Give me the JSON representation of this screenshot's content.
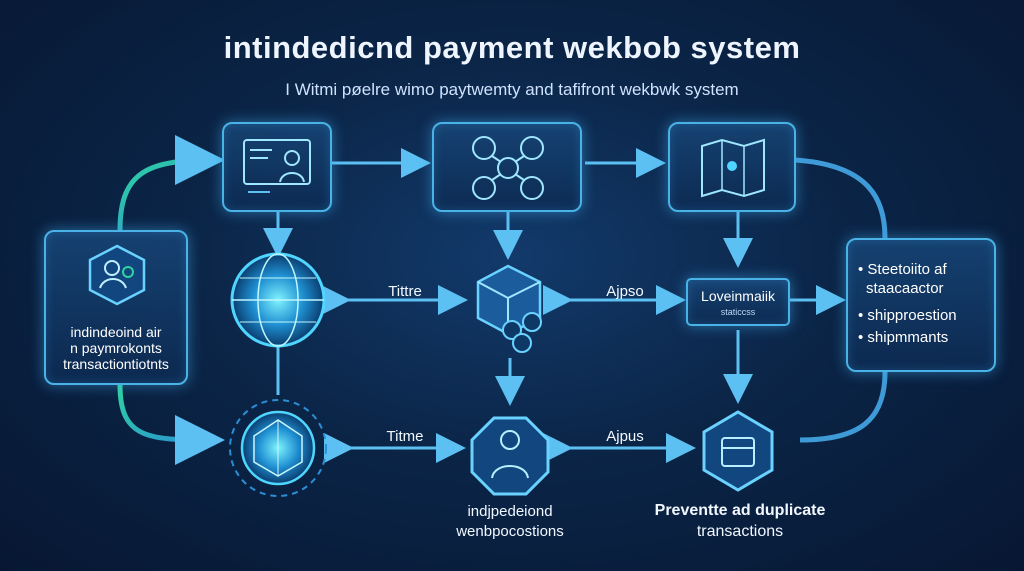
{
  "title": "intindedicnd payment wekbob system",
  "subtitle": "I Witmi pøelre wimo paytwemty and tafifront wekbwk system",
  "left_panel": {
    "lines": [
      "indindeoind air",
      "n paymrokonts",
      "transactiontiotnts"
    ]
  },
  "right_panel": {
    "items": [
      "• Steetoiito af",
      "  staacaactor",
      "• shipproestion",
      "• shipmmants"
    ]
  },
  "edges": {
    "row1_left": "Tittre",
    "row1_right": "Ajpso",
    "row2_left": "Titme",
    "row2_right": "Ajpus"
  },
  "ledger_box": {
    "title": "Loveinmaiik",
    "subtitle": "staticcss"
  },
  "caption_bottom_center": [
    "indjpedeiond",
    "wenbpocostions"
  ],
  "caption_bottom_right": [
    "Preventte ad duplicate",
    "transactions"
  ],
  "colors": {
    "background": "#0b2547",
    "accent": "#49b3e8",
    "glow": "#4fd6ff",
    "green_arc": "#2fd3a0"
  }
}
